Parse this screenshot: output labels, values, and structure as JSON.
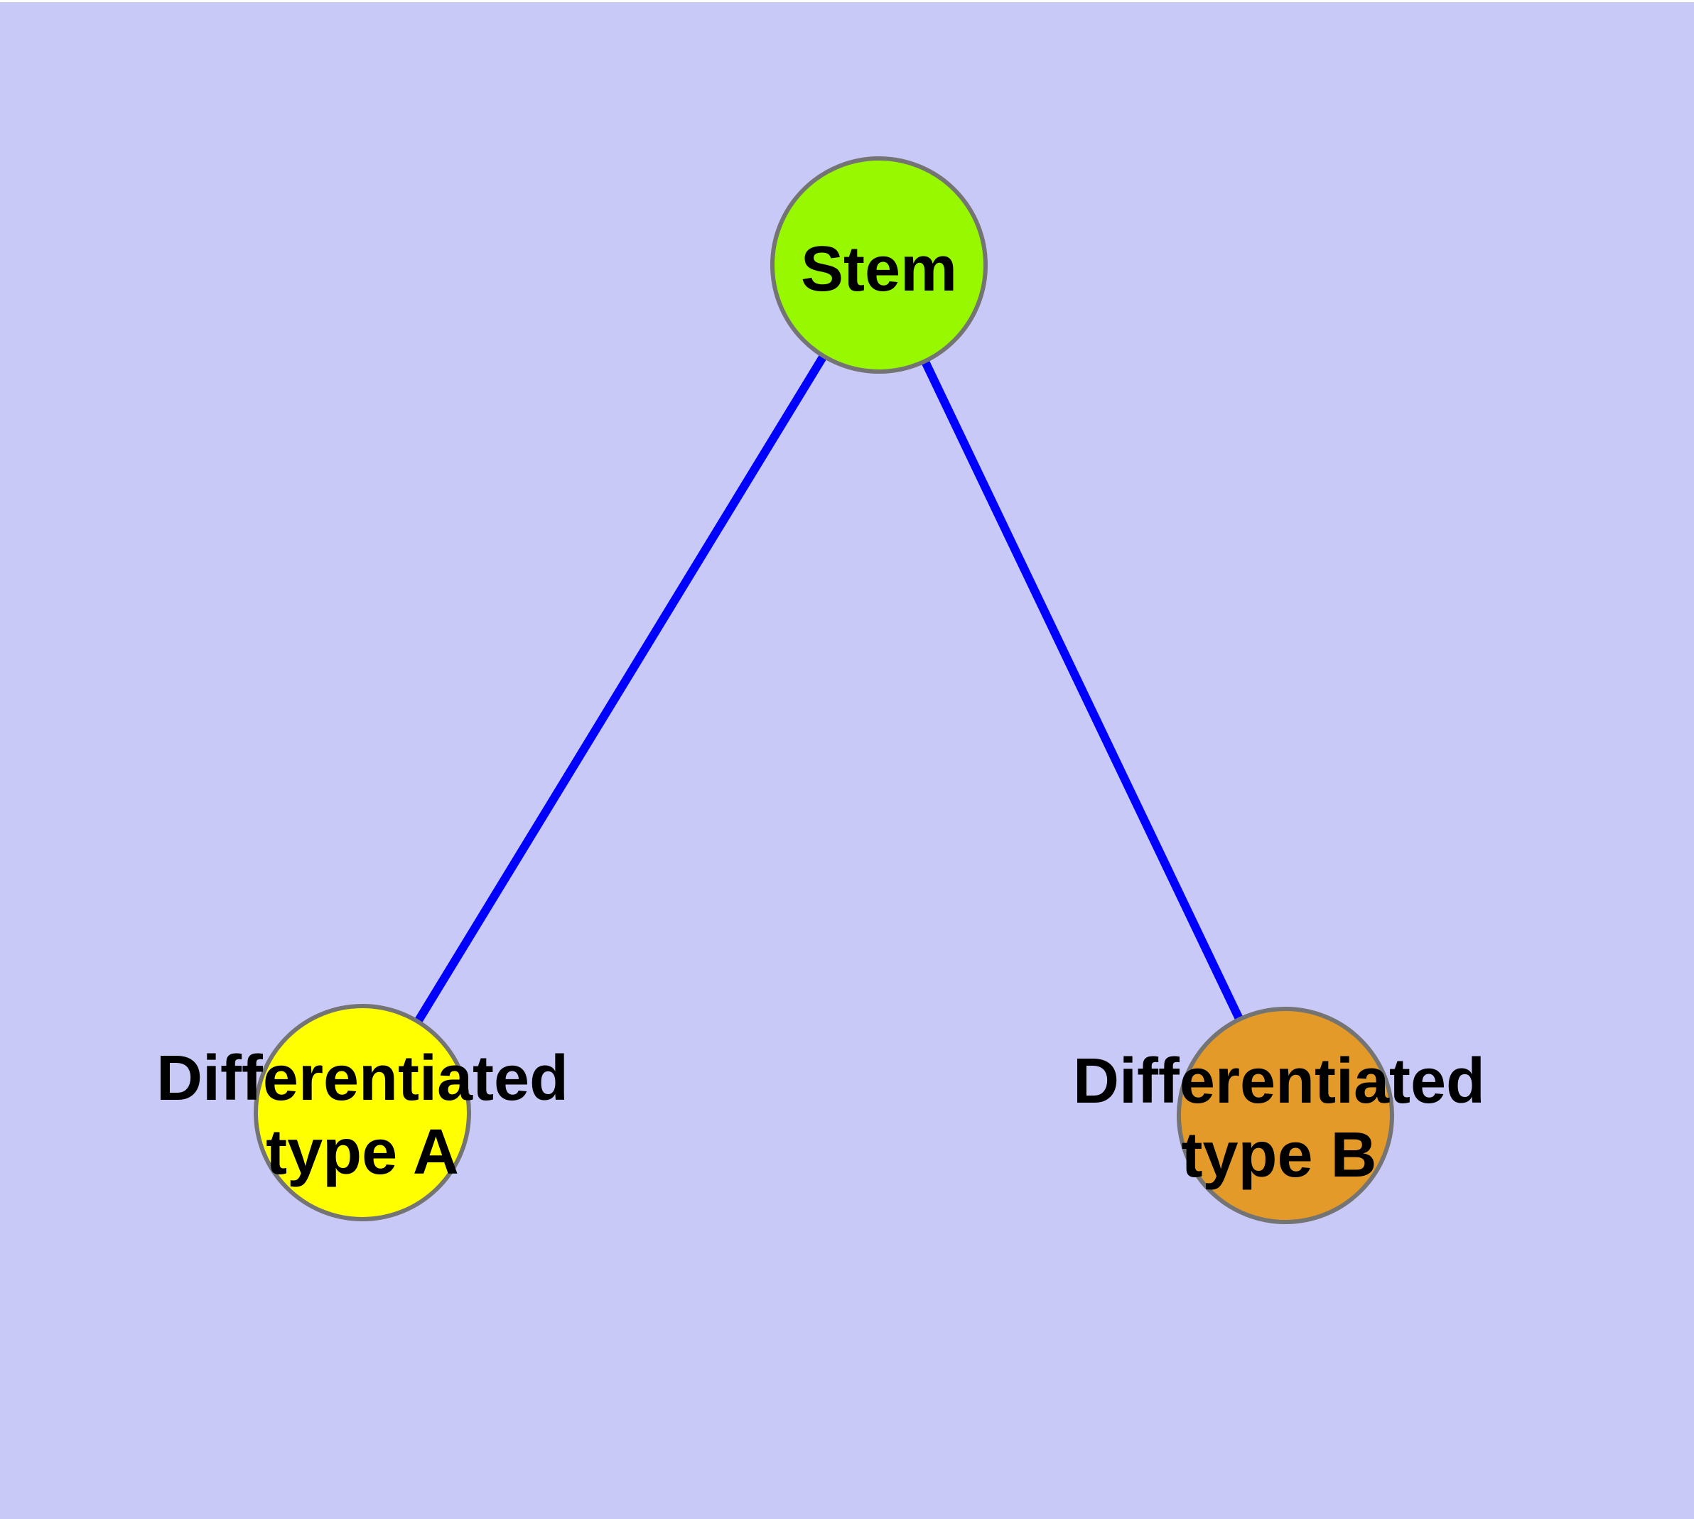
{
  "diagram": {
    "background_color": "#C9C9F7",
    "edge_color": "#0000FF",
    "node_border_color": "#747474",
    "label_color": "#000000",
    "nodes": [
      {
        "id": "stem",
        "label": "Stem",
        "fill": "#97F800"
      },
      {
        "id": "differentiated-type-a",
        "label_line1": "Differentiated",
        "label_line2": "type A",
        "fill": "#FFFF00"
      },
      {
        "id": "differentiated-type-b",
        "label_line1": "Differentiated",
        "label_line2": "type B",
        "fill": "#E39A28"
      }
    ],
    "edges": [
      {
        "from": "stem",
        "to": "differentiated-type-a"
      },
      {
        "from": "stem",
        "to": "differentiated-type-b"
      }
    ]
  }
}
